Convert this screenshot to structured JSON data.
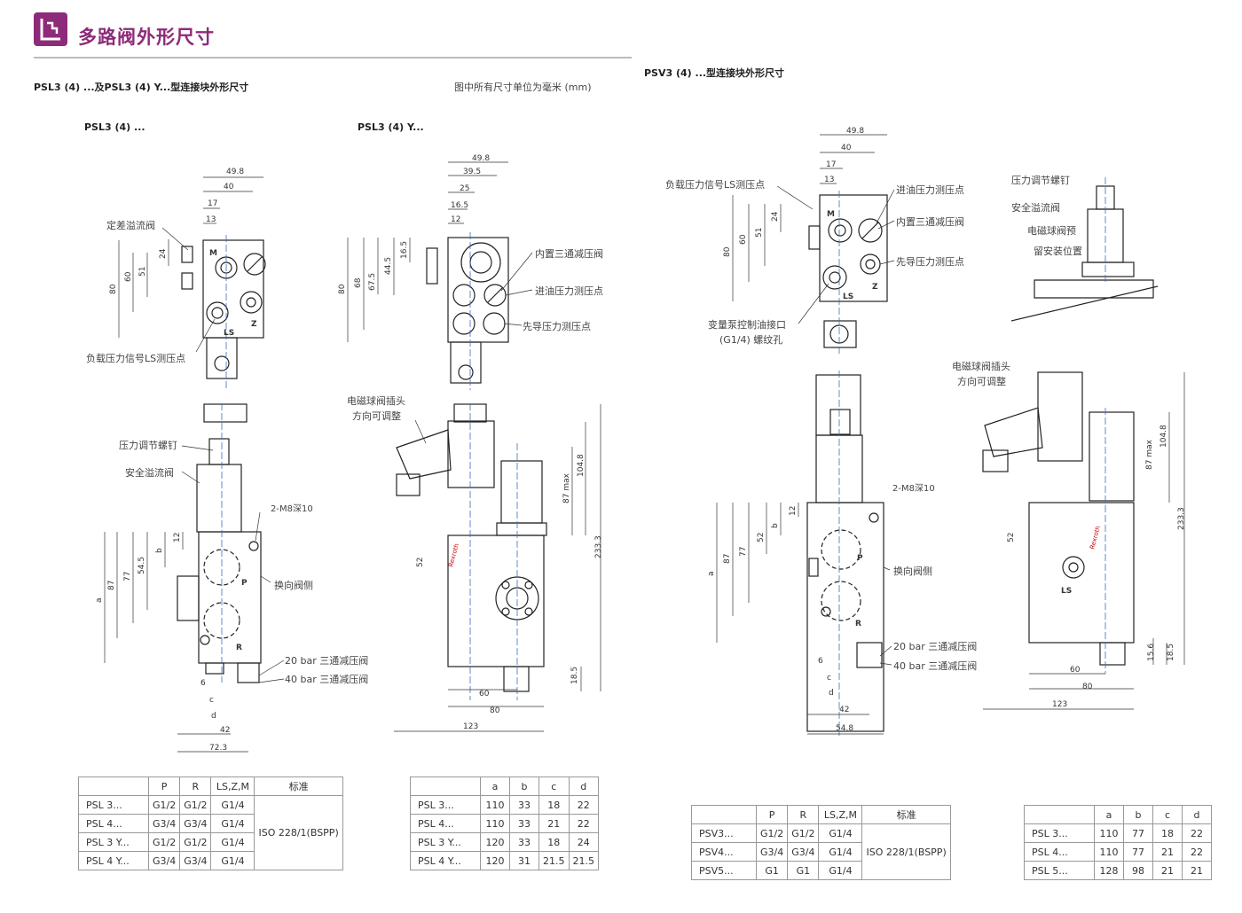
{
  "header": {
    "title": "多路阀外形尺寸",
    "logo_icon": "valve-block-icon",
    "accent_color": "#8e2a7a"
  },
  "left": {
    "section_title": "PSL3 (4) ...及PSL3 (4) Y...型连接块外形尺寸",
    "unit_note": "图中所有尺寸单位为毫米 (mm)",
    "fig1_title": "PSL3 (4) ...",
    "fig2_title": "PSL3 (4) Y..."
  },
  "right": {
    "section_title": "PSV3 (4) ...型连接块外形尺寸"
  },
  "labels": {
    "diff_relief": "定差溢流阀",
    "load_ls": "负载压力信号LS测压点",
    "press_screw": "压力调节螺钉",
    "safety_relief": "安全溢流阀",
    "m8": "2-M8深10",
    "rev_side": "换向阀侧",
    "bar20": "20 bar 三通减压阀",
    "bar40": "40 bar 三通减压阀",
    "builtin_reducer": "内置三通减压阀",
    "inlet_point": "进油压力测压点",
    "pilot_point": "先导压力测压点",
    "solenoid_plug_1": "电磁球阀插头",
    "solenoid_plug_2": "方向可调整",
    "psv_load_ls": "负载压力信号LS测压点",
    "psv_inlet": "进油压力测压点",
    "psv_reducer": "内置三通减压阀",
    "psv_pilot": "先导压力测压点",
    "pump_port_1": "变量泵控制油接口",
    "pump_port_2": "(G1/4) 螺纹孔",
    "psv_press_screw": "压力调节螺钉",
    "psv_safety": "安全溢流阀",
    "psv_solenoid_pre_1": "电磁球阀预",
    "psv_solenoid_pre_2": "留安装位置",
    "psv_solenoid_plug_1": "电磁球阀插头",
    "psv_solenoid_plug_2": "方向可调整",
    "psv_m8": "2-M8深10",
    "psv_rev_side": "换向阀侧",
    "psv_bar20": "20 bar 三通减压阀",
    "psv_bar40": "40 bar 三通减压阀"
  },
  "dims": {
    "d49_8": "49.8",
    "d40": "40",
    "d17": "17",
    "d13": "13",
    "d24": "24",
    "d51": "51",
    "d60": "60",
    "d80": "80",
    "M": "M",
    "LS": "LS",
    "Z": "Z",
    "P": "P",
    "R": "R",
    "d39_5": "39.5",
    "d25": "25",
    "d16_5": "16.5",
    "d12": "12",
    "d16_5b": "16.5",
    "d44_5": "44.5",
    "d67_5": "67.5",
    "d68": "68",
    "d87": "87",
    "d77": "77",
    "d54_5": "54.5",
    "b": "b",
    "a": "a",
    "c": "c",
    "d": "d",
    "d6": "6",
    "d42": "42",
    "d72_3": "72.3",
    "d52": "52",
    "d60b": "60",
    "d80b": "80",
    "d123": "123",
    "d87max": "87 max",
    "d104_8": "104.8",
    "d233_3": "233.3",
    "d18_5": "18.5",
    "d54_8": "54.8",
    "d15_6": "15.6",
    "brand": "Rexroth"
  },
  "table_psl_ports": {
    "headers": [
      "",
      "P",
      "R",
      "LS,Z,M",
      "标准"
    ],
    "rows": [
      [
        "PSL 3...",
        "G1/2",
        "G1/2",
        "G1/4"
      ],
      [
        "PSL 4...",
        "G3/4",
        "G3/4",
        "G1/4"
      ],
      [
        "PSL 3 Y...",
        "G1/2",
        "G1/2",
        "G1/4"
      ],
      [
        "PSL 4 Y...",
        "G3/4",
        "G3/4",
        "G1/4"
      ]
    ],
    "standard": "ISO 228/1(BSPP)"
  },
  "table_psl_dims": {
    "headers": [
      "",
      "a",
      "b",
      "c",
      "d"
    ],
    "rows": [
      [
        "PSL 3...",
        "110",
        "33",
        "18",
        "22"
      ],
      [
        "PSL 4...",
        "110",
        "33",
        "21",
        "22"
      ],
      [
        "PSL 3 Y...",
        "120",
        "33",
        "18",
        "24"
      ],
      [
        "PSL 4 Y...",
        "120",
        "31",
        "21.5",
        "21.5"
      ]
    ]
  },
  "table_psv_ports": {
    "headers": [
      "",
      "P",
      "R",
      "LS,Z,M",
      "标准"
    ],
    "rows": [
      [
        "PSV3...",
        "G1/2",
        "G1/2",
        "G1/4"
      ],
      [
        "PSV4...",
        "G3/4",
        "G3/4",
        "G1/4"
      ],
      [
        "PSV5...",
        "G1",
        "G1",
        "G1/4"
      ]
    ],
    "standard": "ISO 228/1(BSPP)"
  },
  "table_psv_dims": {
    "headers": [
      "",
      "a",
      "b",
      "c",
      "d"
    ],
    "rows": [
      [
        "PSL 3...",
        "110",
        "77",
        "18",
        "22"
      ],
      [
        "PSL 4...",
        "110",
        "77",
        "21",
        "22"
      ],
      [
        "PSL 5...",
        "128",
        "98",
        "21",
        "21"
      ]
    ]
  }
}
